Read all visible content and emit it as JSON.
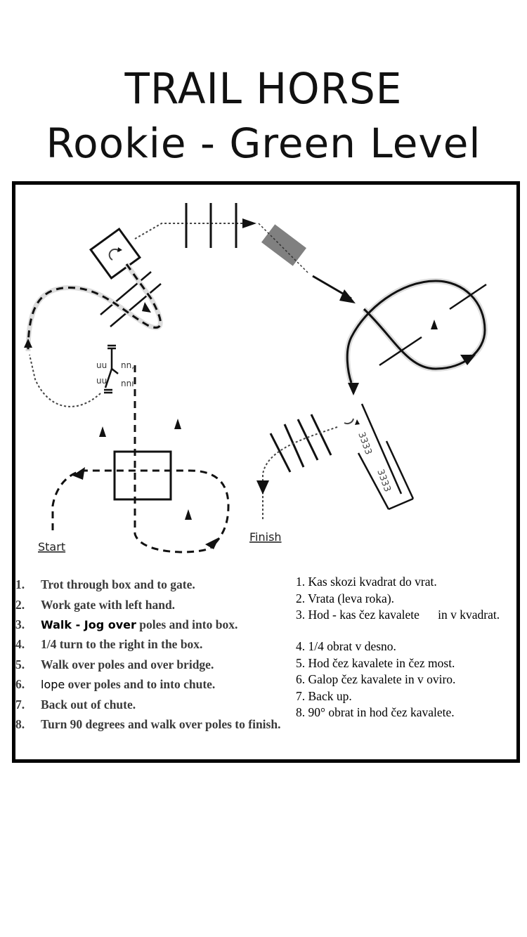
{
  "title": {
    "line1": "TRAIL HORSE",
    "line2": "Rookie - Green Level"
  },
  "diagram": {
    "start_label": "Start",
    "finish_label": "Finish",
    "obstacles": [
      {
        "name": "box",
        "count": 1
      },
      {
        "name": "gate",
        "count": 1
      },
      {
        "name": "walk-jog poles",
        "count": 2
      },
      {
        "name": "box after poles",
        "count": 1
      },
      {
        "name": "walk poles",
        "count": 3
      },
      {
        "name": "bridge",
        "count": 1
      },
      {
        "name": "lope poles",
        "count": 2
      },
      {
        "name": "chute",
        "count": 1
      },
      {
        "name": "finish poles",
        "count": 4
      },
      {
        "name": "cones",
        "count": 5
      }
    ],
    "colors": {
      "line": "#111111",
      "bridge": "#808080",
      "shadow": "#d9d9d9"
    }
  },
  "instructions_en": [
    {
      "num": "1.",
      "text": "Trot through box and to gate."
    },
    {
      "num": "2.",
      "text": "Work gate with left hand."
    },
    {
      "num": "3.",
      "highlight": "Walk - Jog over",
      "text": " poles and into box."
    },
    {
      "num": "4.",
      "text": "1/4 turn to the right in the box."
    },
    {
      "num": "5.",
      "text": "Walk over poles and over bridge."
    },
    {
      "num": "6.",
      "highlight_light": "lope",
      "text": " over poles and to into chute."
    },
    {
      "num": "7.",
      "text": "Back out of chute."
    },
    {
      "num": "8.",
      "text": "Turn 90 degrees and walk over poles to finish."
    }
  ],
  "instructions_sl": [
    "1. Kas skozi kvadrat do vrat.",
    "2. Vrata (leva roka).",
    "3. Hod - kas čez kavalete      in v kvadrat.",
    "4. 1/4 obrat v desno.",
    "5. Hod čez kavalete in čez most.",
    "6. Galop čez kavalete in v oviro.",
    "7. Back up.",
    "8. 90° obrat in hod čez kavalete."
  ]
}
